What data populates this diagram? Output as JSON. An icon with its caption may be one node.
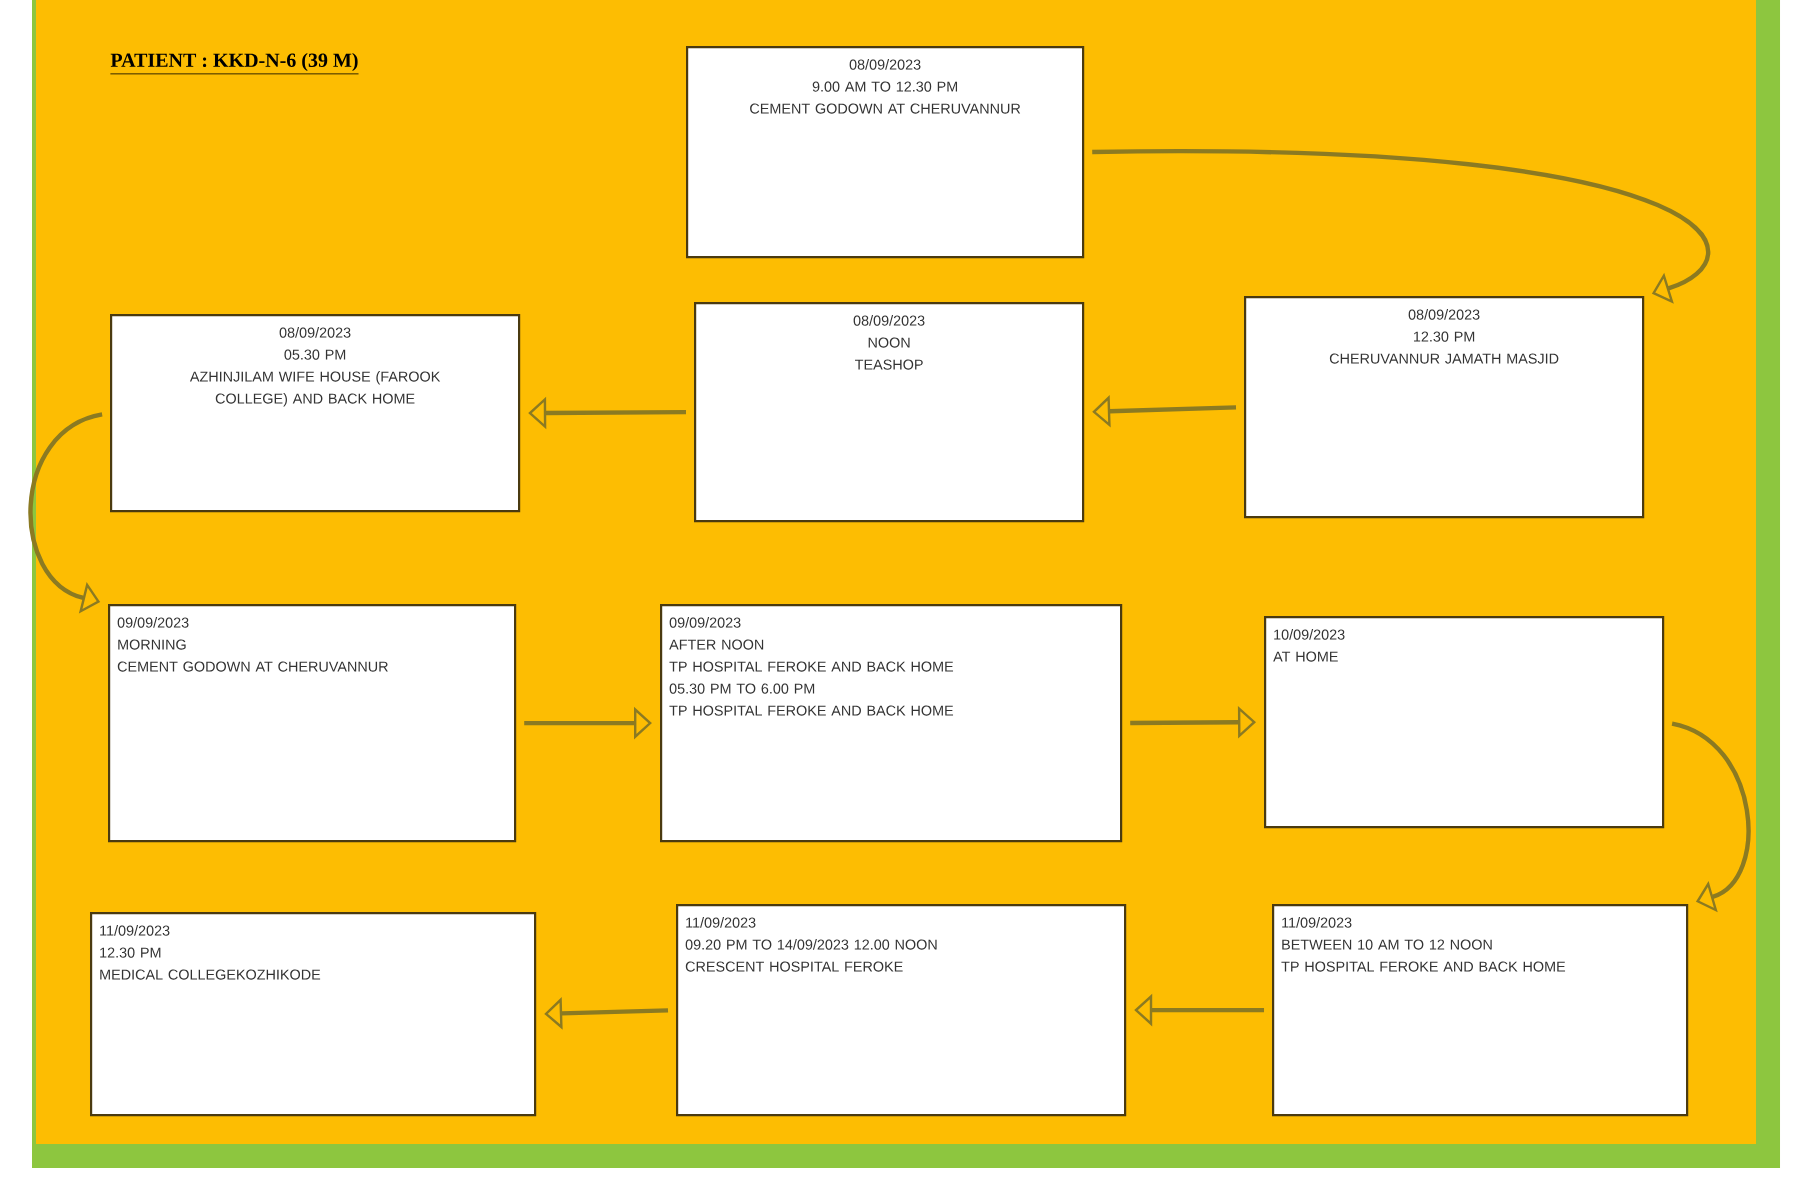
{
  "diagram": {
    "title": "PATIENT : KKD-N-6 (39 M)",
    "nodes": [
      {
        "text": [
          "08/09/2023",
          "9.00 AM TO 12.30 PM",
          "CEMENT GODOWN AT CHERUVANNUR"
        ]
      },
      {
        "text": [
          "08/09/2023",
          "12.30 PM",
          "CHERUVANNUR JAMATH MASJID"
        ]
      },
      {
        "text": [
          "08/09/2023",
          "NOON",
          "TEASHOP"
        ]
      },
      {
        "text": [
          "08/09/2023",
          "05.30 PM",
          "AZHINJILAM WIFE HOUSE (FAROOK COLLEGE) AND BACK HOME"
        ]
      },
      {
        "text": [
          "09/09/2023",
          "MORNING",
          "CEMENT GODOWN AT CHERUVANNUR"
        ]
      },
      {
        "text": [
          "09/09/2023",
          "AFTER NOON",
          "TP HOSPITAL FEROKE AND BACK HOME",
          "05.30 PM TO 6.00 PM",
          "TP HOSPITAL FEROKE AND BACK HOME"
        ]
      },
      {
        "text": [
          "10/09/2023",
          "AT HOME"
        ]
      },
      {
        "text": [
          "11/09/2023",
          "BETWEEN 10 AM TO 12 NOON",
          "TP HOSPITAL FEROKE AND BACK HOME"
        ]
      },
      {
        "text": [
          "11/09/2023",
          "09.20 PM TO 14/09/2023 12.00 NOON",
          "CRESCENT HOSPITAL FEROKE"
        ]
      },
      {
        "text": [
          "11/09/2023",
          "12.30 PM",
          "MEDICAL COLLEGEKOZHIKODE"
        ]
      }
    ],
    "edges": [
      {
        "from": 0,
        "to": 1,
        "arrow": "to"
      },
      {
        "from": 1,
        "to": 2,
        "arrow": "to"
      },
      {
        "from": 2,
        "to": 3,
        "arrow": "to"
      },
      {
        "from": 3,
        "to": 4,
        "arrow": "to"
      },
      {
        "from": 4,
        "to": 5,
        "arrow": "to"
      },
      {
        "from": 5,
        "to": 6,
        "arrow": "to"
      },
      {
        "from": 6,
        "to": 7,
        "arrow": "to"
      },
      {
        "from": 7,
        "to": 8,
        "arrow": "to"
      },
      {
        "from": 8,
        "to": 9,
        "arrow": "to"
      }
    ]
  }
}
